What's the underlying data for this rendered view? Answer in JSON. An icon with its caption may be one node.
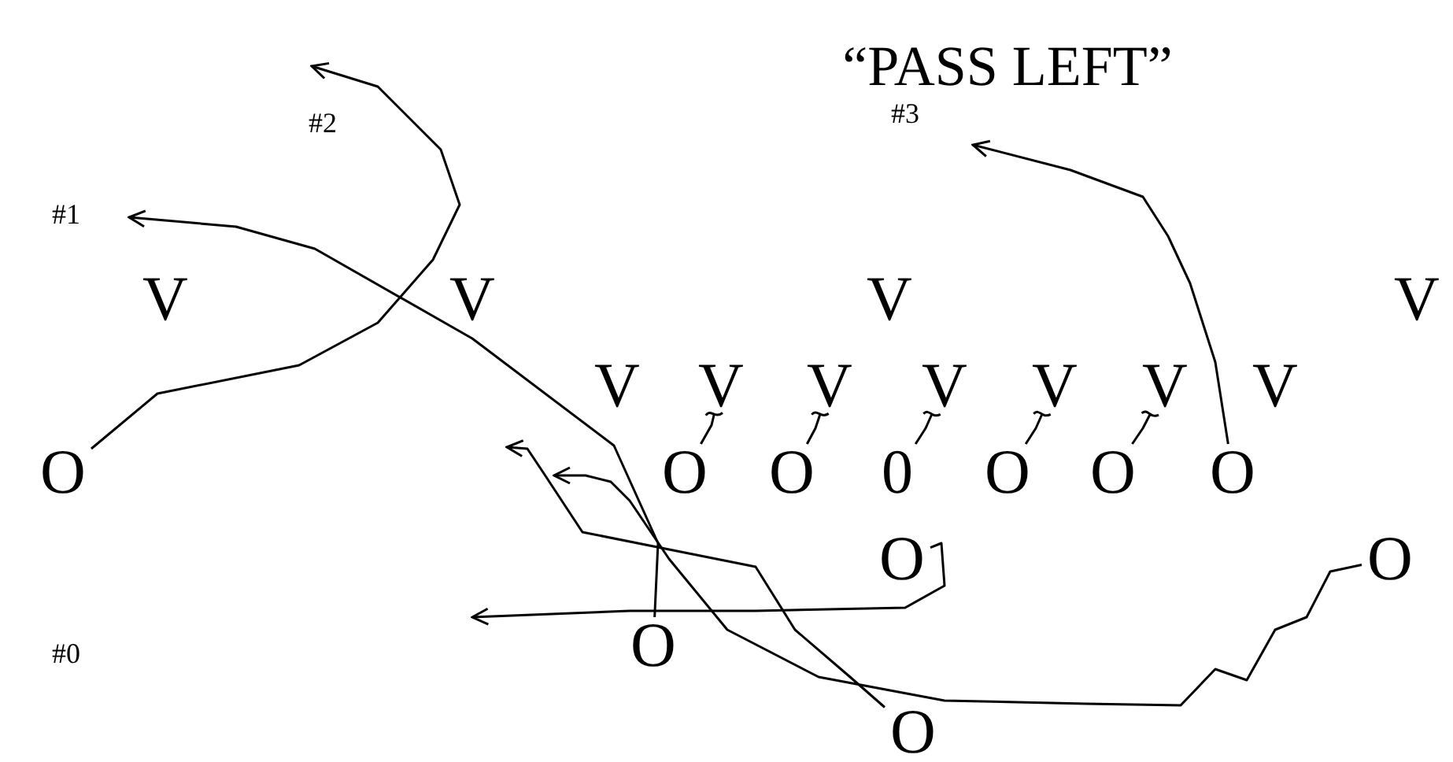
{
  "diagram": {
    "title": "“PASS LEFT”",
    "nodes": [
      {
        "text": [
          "V"
        ]
      },
      {
        "text": [
          "V"
        ]
      },
      {
        "text": [
          "V"
        ]
      },
      {
        "text": [
          "V"
        ]
      },
      {
        "text": [
          "V"
        ]
      },
      {
        "text": [
          "V"
        ]
      },
      {
        "text": [
          "V"
        ]
      },
      {
        "text": [
          "V"
        ]
      },
      {
        "text": [
          "V"
        ]
      },
      {
        "text": [
          "V"
        ]
      },
      {
        "text": [
          "V"
        ]
      },
      {
        "text": [
          "O"
        ]
      },
      {
        "text": [
          "O"
        ]
      },
      {
        "text": [
          "O"
        ]
      },
      {
        "text": [
          "0"
        ]
      },
      {
        "text": [
          "O"
        ]
      },
      {
        "text": [
          "O"
        ]
      },
      {
        "text": [
          "O"
        ]
      },
      {
        "text": [
          "O"
        ]
      },
      {
        "text": [
          "O"
        ]
      },
      {
        "text": [
          "O"
        ]
      },
      {
        "text": [
          "O"
        ]
      }
    ],
    "edges": [
      {
        "from": 11,
        "to": null,
        "arrow": "to"
      },
      {
        "from": 20,
        "to": null,
        "arrow": "to"
      },
      {
        "from": 21,
        "to": null,
        "arrow": "to"
      },
      {
        "from": 18,
        "to": null,
        "arrow": "to"
      },
      {
        "from": 19,
        "to": null,
        "arrow": "to"
      },
      {
        "from": 17,
        "to": null,
        "arrow": "to"
      },
      {
        "from": 12,
        "to": 5,
        "arrow": "other"
      },
      {
        "from": 13,
        "to": 6,
        "arrow": "other"
      },
      {
        "from": 14,
        "to": 7,
        "arrow": "other"
      },
      {
        "from": 15,
        "to": 8,
        "arrow": "other"
      },
      {
        "from": 16,
        "to": 9,
        "arrow": "other"
      }
    ],
    "labels": [
      "#2",
      "#3",
      "#1",
      "#0"
    ]
  }
}
